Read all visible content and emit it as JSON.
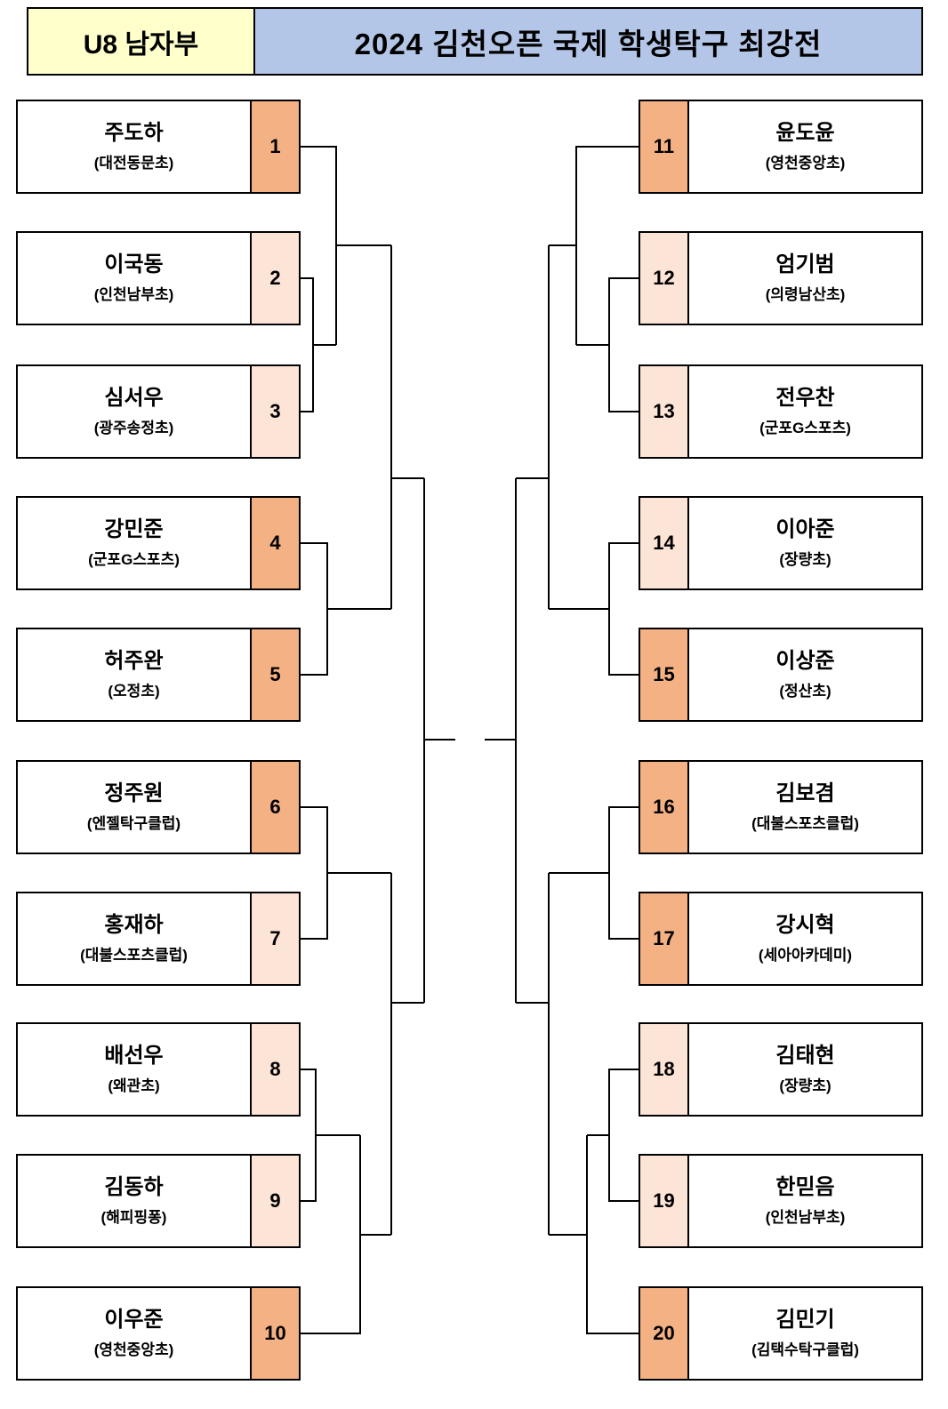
{
  "header": {
    "division": "U8 남자부",
    "title": "2024 김천오픈 국제 학생탁구 최강전",
    "division_bg": "#FFFFCC",
    "title_bg": "#B4C6E7"
  },
  "colors": {
    "seed_highlight": "#F4B183",
    "seed_normal": "#FCE4D6",
    "border": "#000000",
    "background": "#FFFFFF"
  },
  "players": [
    {
      "seed": "1",
      "name": "주도하",
      "school": "(대전동문초)",
      "side": "left",
      "highlight": true
    },
    {
      "seed": "2",
      "name": "이국동",
      "school": "(인천남부초)",
      "side": "left",
      "highlight": false
    },
    {
      "seed": "3",
      "name": "심서우",
      "school": "(광주송정초)",
      "side": "left",
      "highlight": false
    },
    {
      "seed": "4",
      "name": "강민준",
      "school": "(군포G스포츠)",
      "side": "left",
      "highlight": true
    },
    {
      "seed": "5",
      "name": "허주완",
      "school": "(오정초)",
      "side": "left",
      "highlight": true
    },
    {
      "seed": "6",
      "name": "정주원",
      "school": "(엔젤탁구클럽)",
      "side": "left",
      "highlight": true
    },
    {
      "seed": "7",
      "name": "홍재하",
      "school": "(대불스포츠클럽)",
      "side": "left",
      "highlight": false
    },
    {
      "seed": "8",
      "name": "배선우",
      "school": "(왜관초)",
      "side": "left",
      "highlight": false
    },
    {
      "seed": "9",
      "name": "김동하",
      "school": "(해피핑퐁)",
      "side": "left",
      "highlight": false
    },
    {
      "seed": "10",
      "name": "이우준",
      "school": "(영천중앙초)",
      "side": "left",
      "highlight": true
    },
    {
      "seed": "11",
      "name": "윤도윤",
      "school": "(영천중앙초)",
      "side": "right",
      "highlight": true
    },
    {
      "seed": "12",
      "name": "엄기범",
      "school": "(의령남산초)",
      "side": "right",
      "highlight": false
    },
    {
      "seed": "13",
      "name": "전우찬",
      "school": "(군포G스포츠)",
      "side": "right",
      "highlight": false
    },
    {
      "seed": "14",
      "name": "이아준",
      "school": "(장량초)",
      "side": "right",
      "highlight": false
    },
    {
      "seed": "15",
      "name": "이상준",
      "school": "(정산초)",
      "side": "right",
      "highlight": true
    },
    {
      "seed": "16",
      "name": "김보겸",
      "school": "(대불스포츠클럽)",
      "side": "right",
      "highlight": true
    },
    {
      "seed": "17",
      "name": "강시혁",
      "school": "(세아아카데미)",
      "side": "right",
      "highlight": true
    },
    {
      "seed": "18",
      "name": "김태현",
      "school": "(장량초)",
      "side": "right",
      "highlight": false
    },
    {
      "seed": "19",
      "name": "한믿음",
      "school": "(인천남부초)",
      "side": "right",
      "highlight": false
    },
    {
      "seed": "20",
      "name": "김민기",
      "school": "(김택수탁구클럽)",
      "side": "right",
      "highlight": true
    }
  ]
}
